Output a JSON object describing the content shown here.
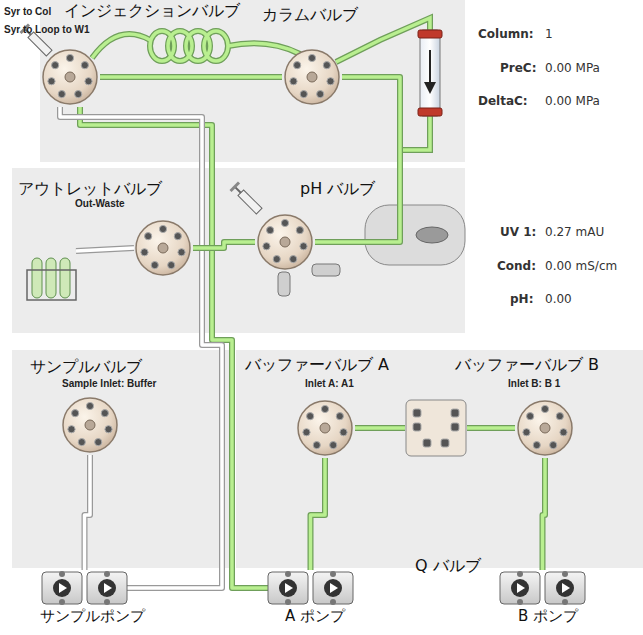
{
  "diagram": {
    "nodes": [
      {
        "text": [
          "インジェクションバルブ",
          "Syr to Col",
          "Syr to Loop to W1"
        ]
      },
      {
        "text": [
          "カラムバルブ"
        ]
      },
      {
        "text": [
          "アウトレットバルブ",
          "Out-Waste"
        ]
      },
      {
        "text": [
          "pH バルブ"
        ]
      },
      {
        "text": [
          "サンプルバルブ",
          "Sample Inlet: Buffer"
        ]
      },
      {
        "text": [
          "バッファーバルブ A",
          "Inlet A: A1"
        ]
      },
      {
        "text": [
          "バッファーバルブ B",
          "Inlet B: B 1"
        ]
      },
      {
        "text": [
          "Q バルブ"
        ]
      },
      {
        "text": [
          "サンプルポンプ"
        ]
      },
      {
        "text": [
          "A ポンプ"
        ]
      },
      {
        "text": [
          "B ポンプ"
        ]
      }
    ],
    "edges": [
      {
        "from": 5,
        "to": 9,
        "arrow": "none"
      },
      {
        "from": 6,
        "to": 10,
        "arrow": "none"
      },
      {
        "from": 5,
        "to": 7,
        "arrow": "none"
      },
      {
        "from": 7,
        "to": 6,
        "arrow": "none"
      },
      {
        "from": 4,
        "to": 8,
        "arrow": "none"
      },
      {
        "from": 9,
        "to": 0,
        "arrow": "none"
      },
      {
        "from": 8,
        "to": 0,
        "arrow": "none"
      },
      {
        "from": 0,
        "to": 1,
        "arrow": "none"
      },
      {
        "from": 1,
        "to": 3,
        "arrow": "none"
      },
      {
        "from": 3,
        "to": 2,
        "arrow": "none"
      }
    ],
    "labels": [
      "Column:",
      "1",
      "PreC:",
      "0.00 MPa",
      "DeltaC:",
      "0.00 MPa",
      "UV 1:",
      "0.27 mAU",
      "Cond:",
      "0.00 mS/cm",
      "pH:",
      "0.00"
    ]
  }
}
